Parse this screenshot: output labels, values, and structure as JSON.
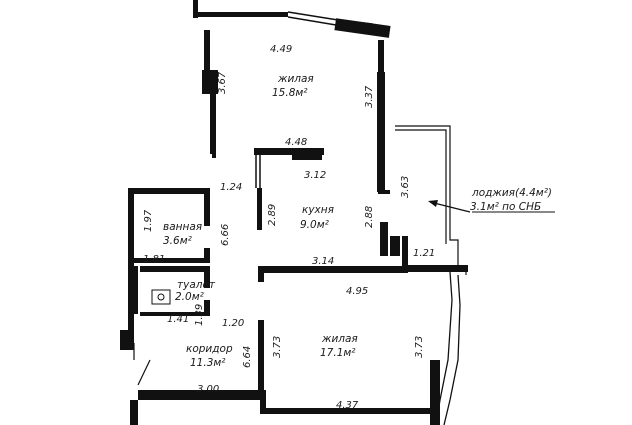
{
  "rooms": {
    "living1": {
      "name": "жилая",
      "area": "15.8м²"
    },
    "kitchen": {
      "name": "кухня",
      "area": "9.0м²"
    },
    "bath": {
      "name": "ванная",
      "area": "3.6м²"
    },
    "toilet": {
      "name": "туалет",
      "area": "2.0м²"
    },
    "corridor": {
      "name": "коридор",
      "area": "11.3м²"
    },
    "living2": {
      "name": "жилая",
      "area": "17.1м²"
    },
    "loggia": {
      "name": "лоджия(4.4м²)",
      "area": "3.1м² по СНБ"
    }
  },
  "dimensions": {
    "d_4_49": "4.49",
    "d_3_67": "3.67",
    "d_3_37": "3.37",
    "d_4_48": "4.48",
    "d_3_12": "3.12",
    "d_3_63": "3.63",
    "d_1_24": "1.24",
    "d_1_97": "1.97",
    "d_6_66": "6.66",
    "d_2_89": "2.89",
    "d_2_88": "2.88",
    "d_1_81": "1.81",
    "d_3_14": "3.14",
    "d_1_21": "1.21",
    "d_4_95": "4.95",
    "d_1_41": "1.41",
    "d_1_39": "1.39",
    "d_1_20": "1.20",
    "d_6_64": "6.64",
    "d_3_73a": "3.73",
    "d_3_73b": "3.73",
    "d_3_00": "3.00",
    "d_4_37": "4.37"
  }
}
